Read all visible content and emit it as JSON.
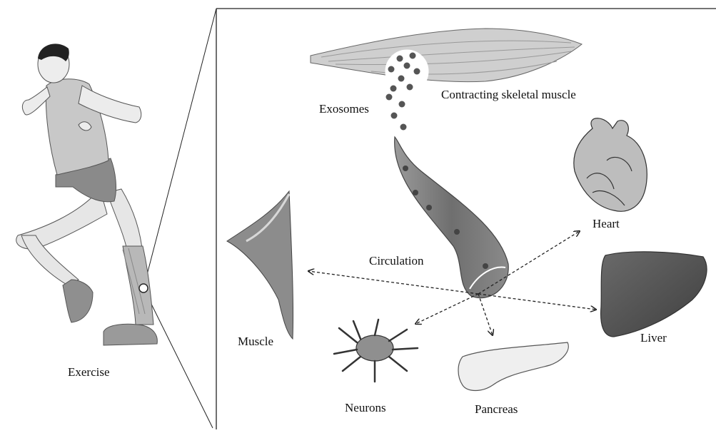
{
  "labels": {
    "exercise": "Exercise",
    "exosomes": "Exosomes",
    "contracting_muscle": "Contracting skeletal muscle",
    "circulation": "Circulation",
    "heart": "Heart",
    "muscle": "Muscle",
    "liver": "Liver",
    "neurons": "Neurons",
    "pancreas": "Pancreas"
  },
  "colors": {
    "line": "#222222",
    "muscle_light": "#d4d4d4",
    "muscle_dark": "#8c8c8c",
    "organ_dark": "#555555",
    "liver": "#555555",
    "vessel": "#7a7a7a",
    "exosome": "#555555"
  }
}
